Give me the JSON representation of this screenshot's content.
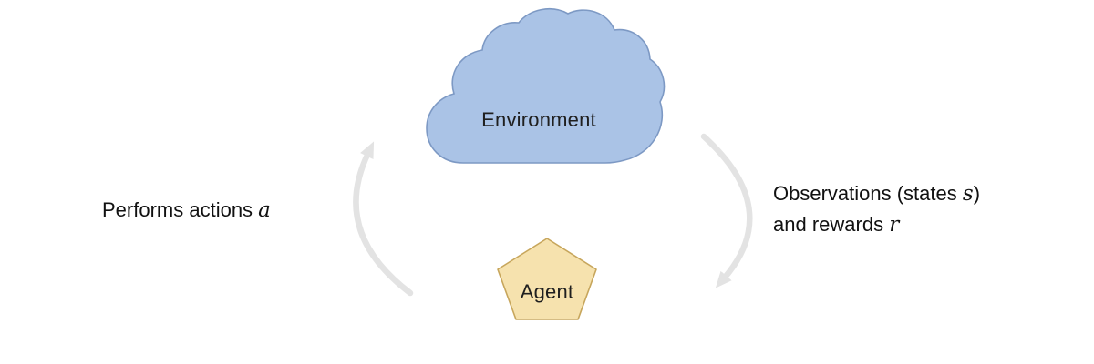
{
  "diagram": {
    "nodes": {
      "environment": {
        "label": "Environment",
        "shape": "cloud"
      },
      "agent": {
        "label": "Agent",
        "shape": "pentagon"
      }
    },
    "edges": {
      "actions": {
        "prefix": "Performs actions ",
        "variable": "a"
      },
      "observations": {
        "line1_prefix": "Observations (states ",
        "line1_variable": "s",
        "line1_suffix": ")",
        "line2_prefix": "and rewards ",
        "line2_variable": "r"
      }
    },
    "colors": {
      "environment_fill": "#aac3e6",
      "environment_stroke": "#7d99c4",
      "agent_fill": "#f6e2ae",
      "agent_stroke": "#c7a65c",
      "arrow": "#e3e3e3",
      "text": "#1f1f1f"
    }
  }
}
